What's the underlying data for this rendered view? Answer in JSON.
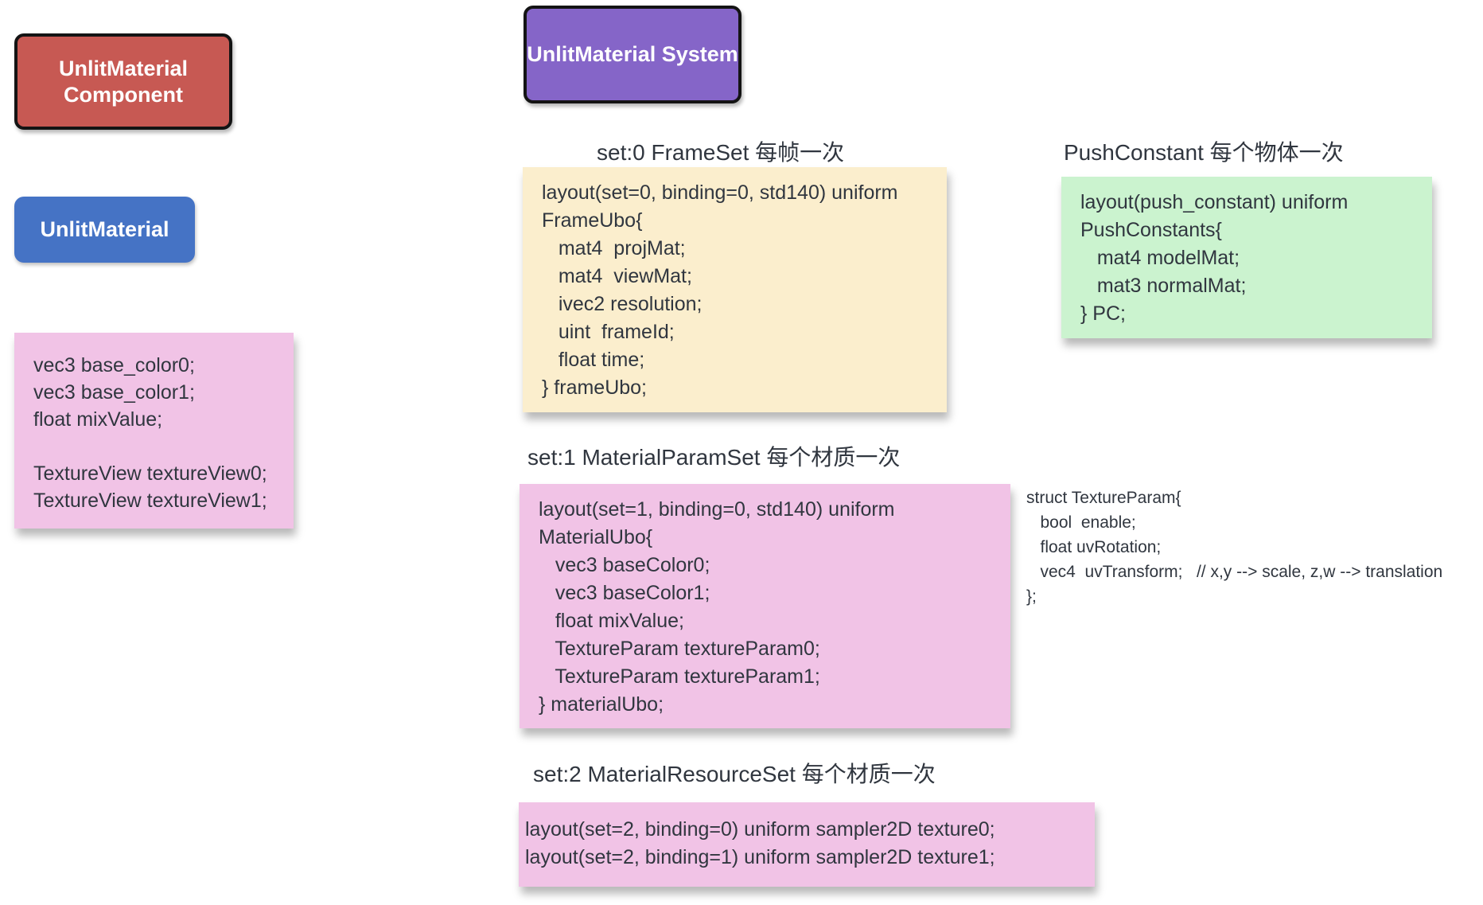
{
  "palette": {
    "red": "#c75953",
    "purple": "#8565c8",
    "blue": "#4573c5",
    "pink": "#f1c3e6",
    "yellow": "#fbeecd",
    "green": "#cbf3cf",
    "text": "#30363f"
  },
  "boxes": {
    "component": {
      "label": "UnlitMaterial Component"
    },
    "system": {
      "label": "UnlitMaterial System"
    },
    "material": {
      "label": "UnlitMaterial"
    }
  },
  "material_fields": {
    "code": "vec3 base_color0;\nvec3 base_color1;\nfloat mixValue;\n\nTextureView textureView0;\nTextureView textureView1;"
  },
  "frame_set": {
    "title": "set:0 FrameSet 每帧一次",
    "code": "layout(set=0, binding=0, std140) uniform\nFrameUbo{\n   mat4  projMat;\n   mat4  viewMat;\n   ivec2 resolution;\n   uint  frameId;\n   float time;\n} frameUbo;"
  },
  "push_constant": {
    "title": "PushConstant 每个物体一次",
    "code": "layout(push_constant) uniform\nPushConstants{\n   mat4 modelMat;\n   mat3 normalMat;\n} PC;"
  },
  "material_param_set": {
    "title": "set:1 MaterialParamSet 每个材质一次",
    "code": "layout(set=1, binding=0, std140) uniform\nMaterialUbo{\n   vec3 baseColor0;\n   vec3 baseColor1;\n   float mixValue;\n   TextureParam textureParam0;\n   TextureParam textureParam1;\n} materialUbo;"
  },
  "texture_param_struct": {
    "code": "struct TextureParam{\n   bool  enable;\n   float uvRotation;\n   vec4  uvTransform;   // x,y --> scale, z,w --> translation\n};"
  },
  "material_resource_set": {
    "title": "set:2 MaterialResourceSet 每个材质一次",
    "code": "layout(set=2, binding=0) uniform sampler2D texture0;\nlayout(set=2, binding=1) uniform sampler2D texture1;"
  }
}
